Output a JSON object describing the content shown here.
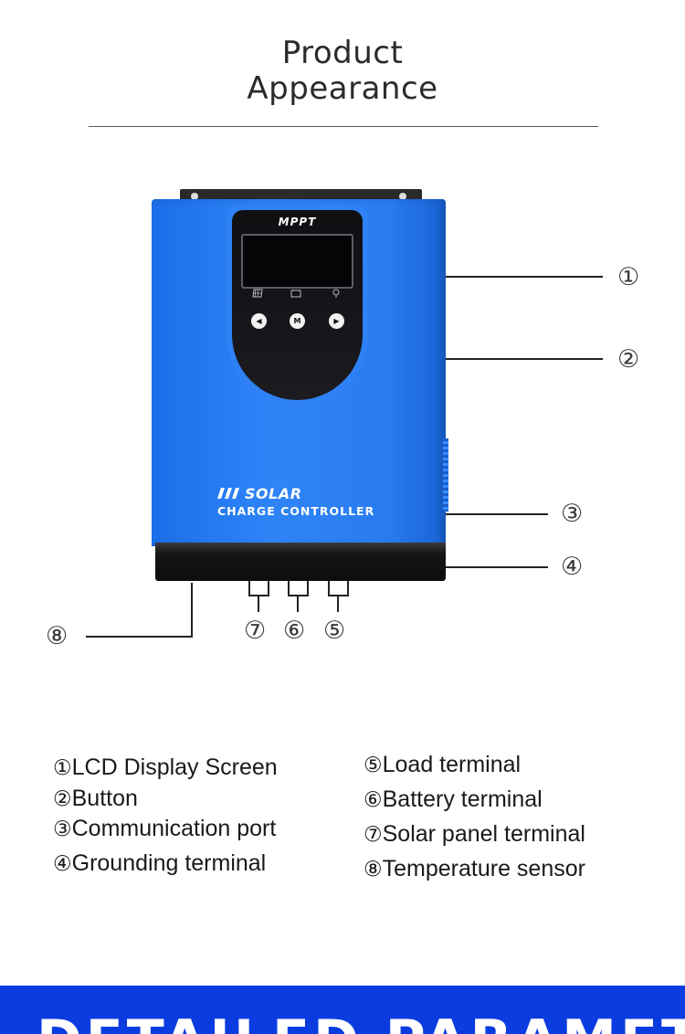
{
  "header": {
    "title_line1": "Product",
    "title_line2": "Appearance"
  },
  "device": {
    "brand": "MPPT",
    "buttons": [
      "◀",
      "M",
      "▶"
    ],
    "logo_solar": "SOLAR",
    "logo_controller": "CHARGE CONTROLLER",
    "body_color": "#2e84f7",
    "panel_color": "#141418"
  },
  "callouts": {
    "c1": "①",
    "c2": "②",
    "c3": "③",
    "c4": "④",
    "c5": "⑤",
    "c6": "⑥",
    "c7": "⑦",
    "c8": "⑧"
  },
  "legend": {
    "left": [
      {
        "num": "①",
        "label": "LCD Display Screen"
      },
      {
        "num": "②",
        "label": "Button"
      },
      {
        "num": "③",
        "label": "Communication port"
      },
      {
        "num": "④",
        "label": "Grounding terminal"
      }
    ],
    "right": [
      {
        "num": "⑤",
        "label": "Load terminal"
      },
      {
        "num": "⑥",
        "label": "Battery terminal"
      },
      {
        "num": "⑦",
        "label": "Solar panel terminal"
      },
      {
        "num": "⑧",
        "label": "Temperature sensor"
      }
    ]
  },
  "banner": {
    "text": "DETAILED PARAMETER",
    "color": "#0a3ce0"
  }
}
